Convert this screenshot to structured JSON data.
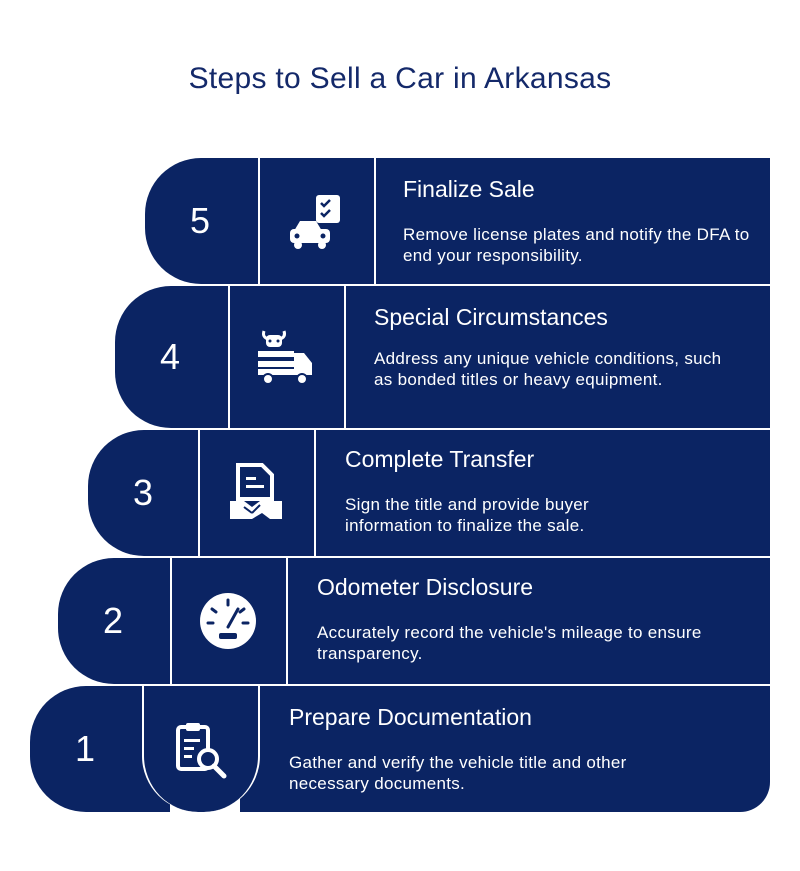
{
  "title": "Steps to Sell a Car in Arkansas",
  "steps": [
    {
      "number": "5",
      "heading": "Finalize Sale",
      "description": "Remove license plates and notify the DFA to end your responsibility.",
      "icon": "car-checklist-icon"
    },
    {
      "number": "4",
      "heading": "Special Circumstances",
      "description": "Address any unique vehicle conditions, such as bonded titles or heavy equipment.",
      "icon": "livestock-truck-icon"
    },
    {
      "number": "3",
      "heading": "Complete Transfer",
      "description": "Sign the title and provide buyer information to finalize the sale.",
      "icon": "document-handshake-icon"
    },
    {
      "number": "2",
      "heading": "Odometer Disclosure",
      "description": "Accurately record the vehicle's mileage to ensure transparency.",
      "icon": "speedometer-icon"
    },
    {
      "number": "1",
      "heading": "Prepare Documentation",
      "description": "Gather and verify the vehicle title and other necessary documents.",
      "icon": "document-search-icon"
    }
  ],
  "colors": {
    "primary": "#0b2463",
    "title": "#14296a",
    "text": "#ffffff"
  }
}
